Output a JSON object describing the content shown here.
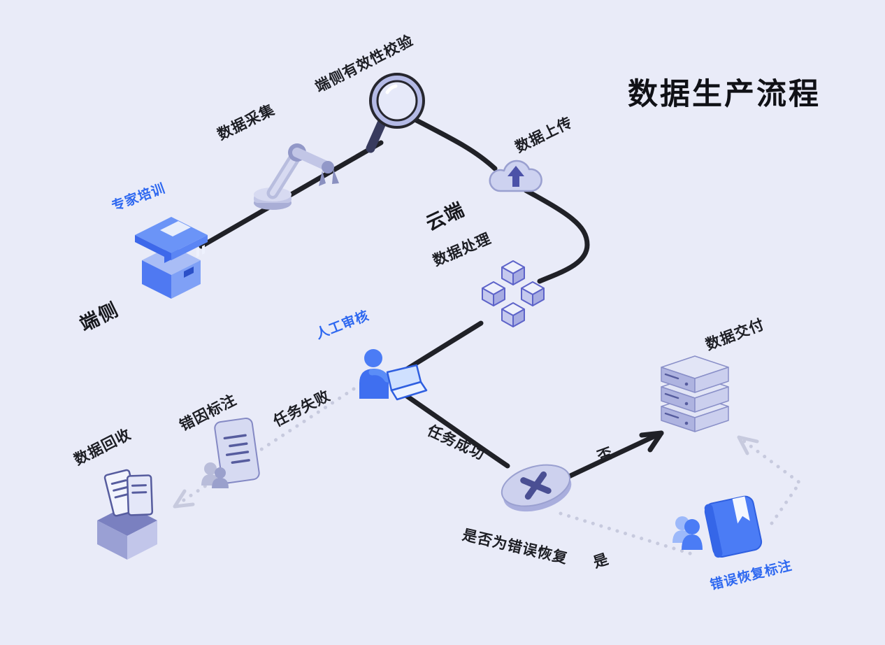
{
  "title": "数据生产流程",
  "regions": {
    "edge": "端侧",
    "cloud": "云端"
  },
  "nodes": {
    "expert_training": {
      "label": "专家培训",
      "icon": "podium-icon",
      "color": "blue"
    },
    "data_collection": {
      "label": "数据采集",
      "icon": "robot-arm-icon",
      "color": "dark"
    },
    "edge_validation": {
      "label": "端侧有效性校验",
      "icon": "magnifier-icon",
      "color": "dark"
    },
    "data_upload": {
      "label": "数据上传",
      "icon": "cloud-upload-icon",
      "color": "dark"
    },
    "data_processing": {
      "label": "数据处理",
      "icon": "cube-cluster-icon",
      "color": "dark"
    },
    "manual_review": {
      "label": "人工审核",
      "icon": "person-laptop-icon",
      "color": "blue"
    },
    "error_cause_annotation": {
      "label": "错因标注",
      "icon": "document-person-icon",
      "color": "dark"
    },
    "data_recycle": {
      "label": "数据回收",
      "icon": "box-files-icon",
      "color": "dark"
    },
    "recovery_decision": {
      "label": "是否为错误恢复",
      "icon": "decision-x-icon",
      "color": "dark"
    },
    "data_delivery": {
      "label": "数据交付",
      "icon": "server-stack-icon",
      "color": "dark"
    },
    "recovery_annotation": {
      "label": "错误恢复标注",
      "icon": "book-person-icon",
      "color": "blue"
    }
  },
  "edges": {
    "task_failed": "任务失败",
    "task_success": "任务成功",
    "no": "否",
    "yes": "是"
  },
  "colors": {
    "background": "#e9ebf8",
    "title_text": "#101116",
    "label_text": "#1d1e24",
    "accent_blue": "#2e68f0",
    "flow_line": "#202127",
    "dotted_line": "#c7cade",
    "icon_lavender": "#cdd1ee",
    "icon_indigo": "#565c9e",
    "icon_blue": "#4b7cf5"
  }
}
